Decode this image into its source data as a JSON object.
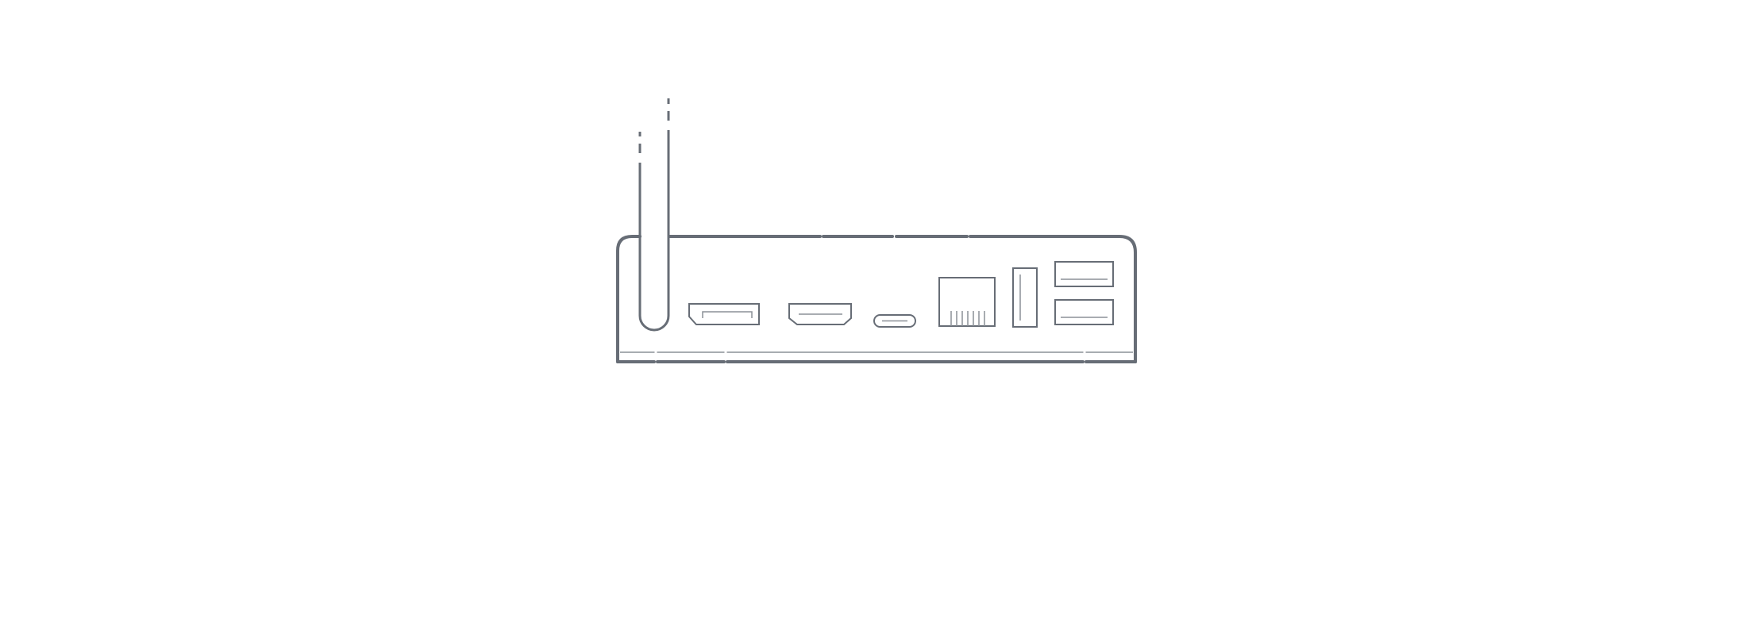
{
  "illustration": {
    "subject": "router-rear-ports",
    "colors": {
      "stroke": "#676d76",
      "thin_stroke": "#8b9097",
      "background": "#ffffff"
    },
    "antennas": [
      "antenna-left",
      "antenna-right"
    ],
    "ports": [
      {
        "name": "displayport-port",
        "icon": "displayport-icon"
      },
      {
        "name": "hdmi-port",
        "icon": "hdmi-icon"
      },
      {
        "name": "usb-c-port",
        "icon": "usb-c-icon"
      },
      {
        "name": "ethernet-port",
        "icon": "ethernet-icon"
      },
      {
        "name": "usb-a-vertical-port",
        "icon": "usb-a-icon"
      },
      {
        "name": "usb-a-top-port",
        "icon": "usb-a-icon"
      },
      {
        "name": "usb-a-bottom-port",
        "icon": "usb-a-icon"
      }
    ]
  }
}
